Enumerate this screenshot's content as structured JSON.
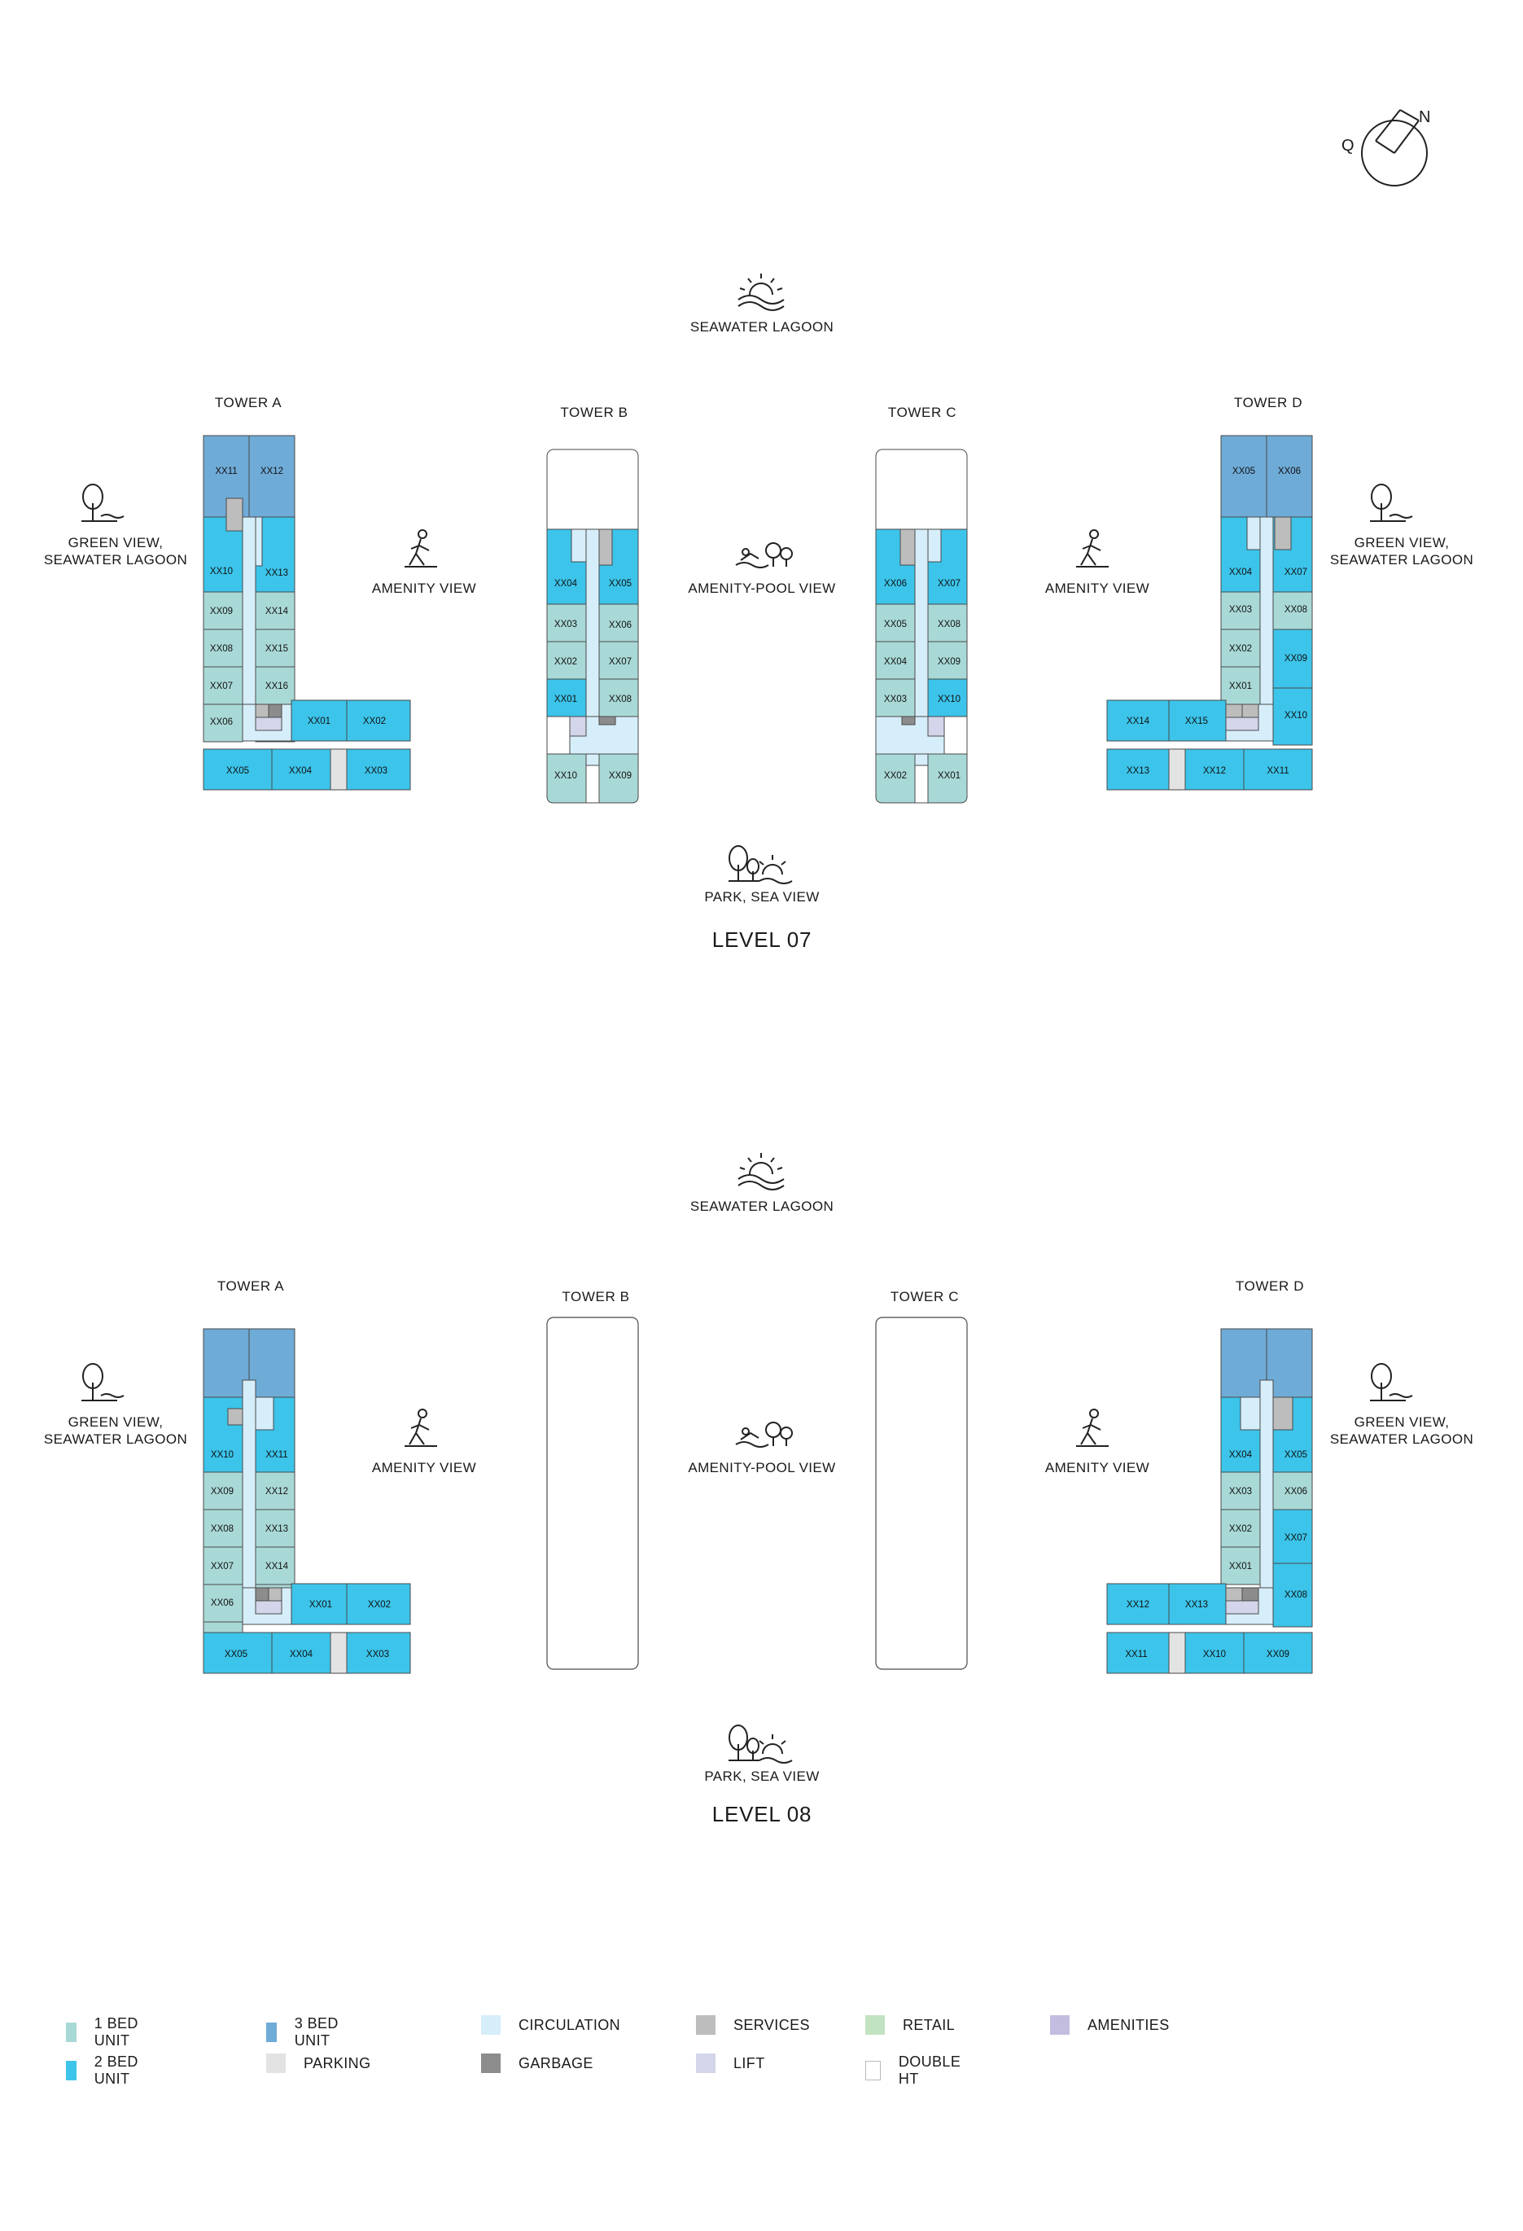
{
  "compass": {
    "north": "N",
    "other": "Q"
  },
  "colors": {
    "one_bed": "#a9d9d7",
    "two_bed": "#3cc4ea",
    "three_bed": "#6fabd7",
    "parking": "#e3e3e3",
    "circulation": "#d6eef9",
    "garbage": "#8c8c8c",
    "services": "#bdbdbd",
    "lift": "#d3d6ea",
    "retail": "#c2e3c1",
    "double_ht": "#ffffff",
    "amenities": "#c3bde0"
  },
  "views": {
    "seawater_lagoon": "SEAWATER LAGOON",
    "green_view": [
      "GREEN VIEW,",
      "SEAWATER LAGOON"
    ],
    "amenity_view": "AMENITY VIEW",
    "amenity_pool_view": "AMENITY-POOL VIEW",
    "park_sea_view": "PARK, SEA VIEW"
  },
  "towers": {
    "a": "TOWER A",
    "b": "TOWER B",
    "c": "TOWER C",
    "d": "TOWER D"
  },
  "levels": [
    {
      "title": "LEVEL 07",
      "tower_a_units": [
        "XX11",
        "XX12",
        "XX10",
        "XX13",
        "XX09",
        "XX14",
        "XX08",
        "XX15",
        "XX07",
        "XX16",
        "XX06",
        "XX01",
        "XX02",
        "XX05",
        "XX04",
        "XX03"
      ],
      "tower_b_units": [
        "XX04",
        "XX05",
        "XX03",
        "XX06",
        "XX02",
        "XX07",
        "XX01",
        "XX08",
        "XX10",
        "XX09"
      ],
      "tower_c_units": [
        "XX06",
        "XX07",
        "XX05",
        "XX08",
        "XX04",
        "XX09",
        "XX03",
        "XX10",
        "XX02",
        "XX01"
      ],
      "tower_d_units": [
        "XX05",
        "XX06",
        "XX04",
        "XX07",
        "XX03",
        "XX08",
        "XX02",
        "XX09",
        "XX01",
        "XX10",
        "XX14",
        "XX15",
        "XX13",
        "XX12",
        "XX11"
      ]
    },
    {
      "title": "LEVEL 08",
      "tower_a_units": [
        "XX10",
        "XX11",
        "XX09",
        "XX12",
        "XX08",
        "XX13",
        "XX07",
        "XX14",
        "XX06",
        "XX01",
        "XX02",
        "XX05",
        "XX04",
        "XX03"
      ],
      "tower_d_units": [
        "XX04",
        "XX05",
        "XX03",
        "XX06",
        "XX02",
        "XX07",
        "XX01",
        "XX08",
        "XX12",
        "XX13",
        "XX11",
        "XX10",
        "XX09"
      ]
    }
  ],
  "legend": [
    {
      "label": "1 BED UNIT",
      "color": "#a9d9d7"
    },
    {
      "label": "3 BED UNIT",
      "color": "#6fabd7"
    },
    {
      "label": "CIRCULATION",
      "color": "#d6eef9"
    },
    {
      "label": "SERVICES",
      "color": "#bdbdbd"
    },
    {
      "label": "RETAIL",
      "color": "#c2e3c1"
    },
    {
      "label": "AMENITIES",
      "color": "#c3bde0"
    },
    {
      "label": "2 BED UNIT",
      "color": "#3cc4ea"
    },
    {
      "label": "PARKING",
      "color": "#e3e3e3"
    },
    {
      "label": "GARBAGE",
      "color": "#8c8c8c"
    },
    {
      "label": "LIFT",
      "color": "#d3d6ea"
    },
    {
      "label": "DOUBLE HT",
      "color": "#ffffff"
    }
  ],
  "icons": {
    "sunrise": "sunrise-over-water-icon",
    "tree": "tree-water-icon",
    "walker": "walking-person-icon",
    "pool": "swimmer-trees-icon",
    "park": "trees-sun-icon"
  }
}
